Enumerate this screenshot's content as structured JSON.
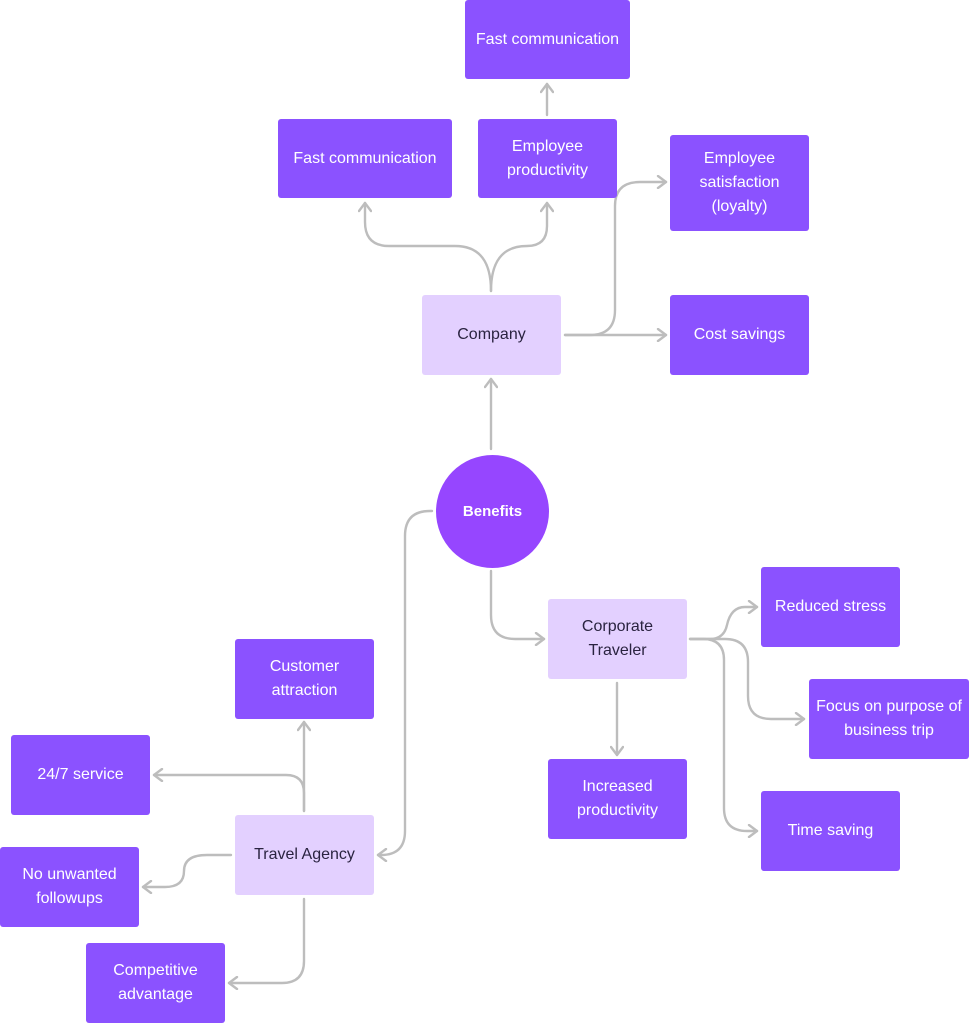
{
  "colors": {
    "leaf": "#8b52ff",
    "hub": "#e3d0ff",
    "root": "#9646ff",
    "connector": "#bdbdbd"
  },
  "root": {
    "label": "Benefits"
  },
  "company": {
    "label": "Company",
    "children": {
      "fast_communication_left": "Fast communication",
      "employee_productivity": "Employee productivity",
      "fast_communication_top": "Fast communication",
      "employee_satisfaction": "Employee satisfaction (loyalty)",
      "cost_savings": "Cost savings"
    }
  },
  "corporate_traveler": {
    "label": "Corporate Traveler",
    "children": {
      "reduced_stress": "Reduced stress",
      "focus_on_purpose": "Focus on purpose of business trip",
      "time_saving": "Time saving",
      "increased_productivity": "Increased productivity"
    }
  },
  "travel_agency": {
    "label": "Travel Agency",
    "children": {
      "customer_attraction": "Customer attraction",
      "service_24_7": "24/7 service",
      "no_unwanted_followups": "No unwanted followups",
      "competitive_advantage": "Competitive advantage"
    }
  }
}
